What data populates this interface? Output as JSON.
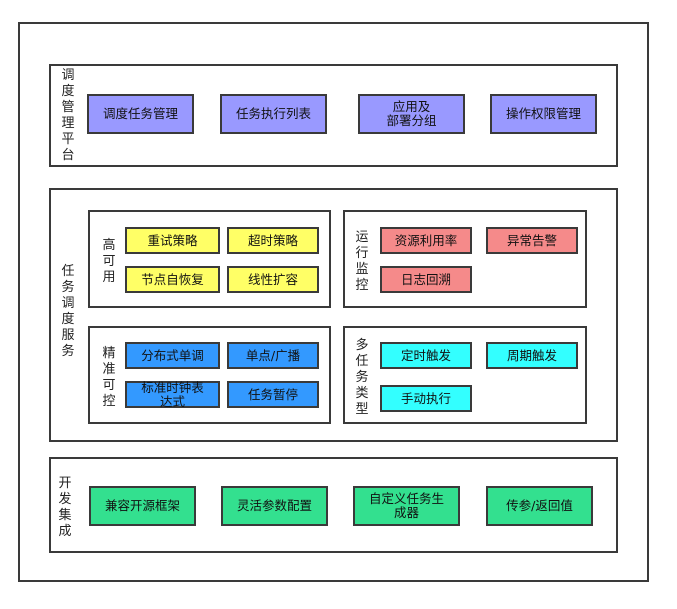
{
  "colors": {
    "purple": "#9999ff",
    "yellow": "#ffff66",
    "pink": "#f58a8a",
    "blue": "#3399ff",
    "cyan": "#33ffff",
    "green": "#33e08f"
  },
  "platform": {
    "label": "调度管理平台",
    "items": [
      "调度任务管理",
      "任务执行列表",
      "应用及\n部署分组",
      "操作权限管理"
    ]
  },
  "service": {
    "label": "任务调度服务",
    "high_availability": {
      "label": "高可用",
      "items": [
        "重试策略",
        "超时策略",
        "节点自恢复",
        "线性扩容"
      ]
    },
    "monitoring": {
      "label": "运行监控",
      "items": [
        "资源利用率",
        "异常告警",
        "日志回溯"
      ]
    },
    "precise": {
      "label": "精准可控",
      "items": [
        "分布式单调",
        "单点/广播",
        "标准时钟表\n达式",
        "任务暂停"
      ]
    },
    "task_types": {
      "label": "多任务类型",
      "items": [
        "定时触发",
        "周期触发",
        "手动执行"
      ]
    }
  },
  "dev": {
    "label": "开发集成",
    "items": [
      "兼容开源框架",
      "灵活参数配置",
      "自定义任务生\n成器",
      "传参/返回值"
    ]
  }
}
